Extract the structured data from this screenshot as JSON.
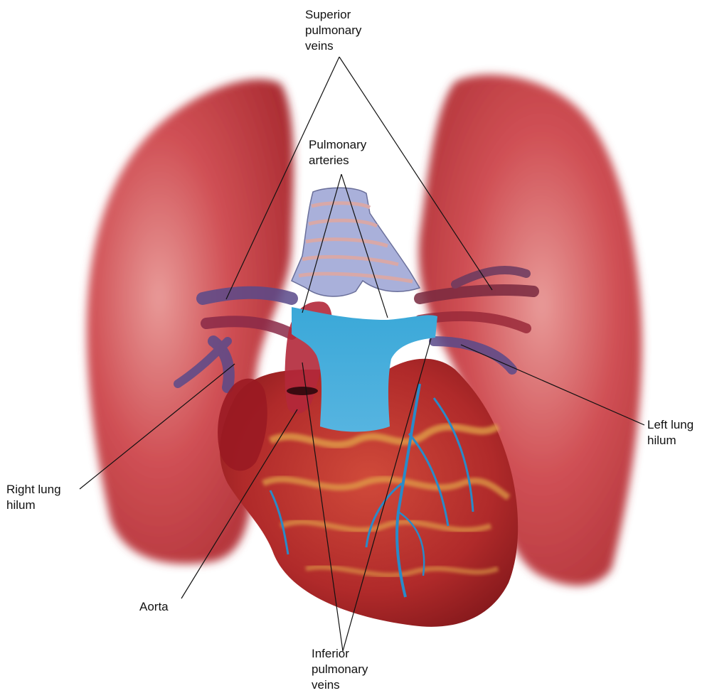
{
  "labels": {
    "superior_pulmonary_veins": [
      "Superior",
      "pulmonary",
      "veins"
    ],
    "pulmonary_arteries": [
      "Pulmonary",
      "arteries"
    ],
    "left_lung_hilum": [
      "Left lung",
      "hilum"
    ],
    "right_lung_hilum": [
      "Right lung",
      "hilum"
    ],
    "aorta": [
      "Aorta"
    ],
    "inferior_pulmonary_veins": [
      "Inferior",
      "pulmonary",
      "veins"
    ]
  },
  "colors": {
    "lung": "#c8373c",
    "lung_light": "#f0a8a8",
    "heart": "#a8202a",
    "heart_fat": "#e0a040",
    "coronary": "#2a8ac8",
    "pulmonary_trunk": "#3aa8d8",
    "trachea": "#a8b0d8",
    "vein": "#5a4a8a",
    "leader_line": "#111111"
  }
}
